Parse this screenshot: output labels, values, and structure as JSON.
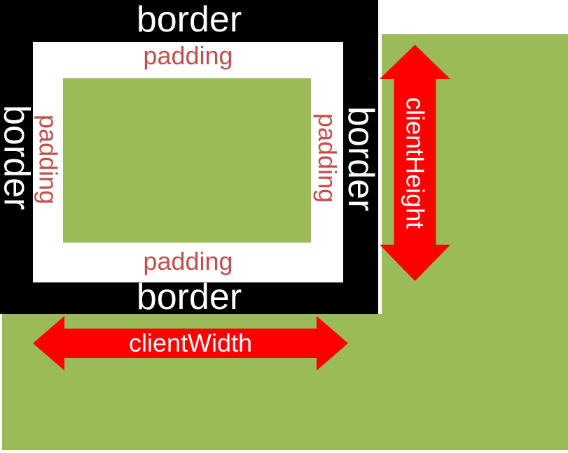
{
  "diagram": {
    "title_hint": "CSS box model clientWidth / clientHeight illustration",
    "labels": {
      "border_top": "border",
      "border_bottom": "border",
      "border_left": "border",
      "border_right": "border",
      "padding_top": "padding",
      "padding_bottom": "padding",
      "padding_left": "padding",
      "padding_right": "padding",
      "client_width": "clientWidth",
      "client_height": "clientHeight"
    },
    "colors": {
      "background_green": "#9BBB59",
      "border_fill": "#000000",
      "padding_fill": "#FFFFFF",
      "content_fill": "#9BBB59",
      "arrow_red": "#FF0000",
      "border_text": "#FFFFFF",
      "padding_text": "#C0504D",
      "arrow_text": "#FFFFFF"
    }
  }
}
